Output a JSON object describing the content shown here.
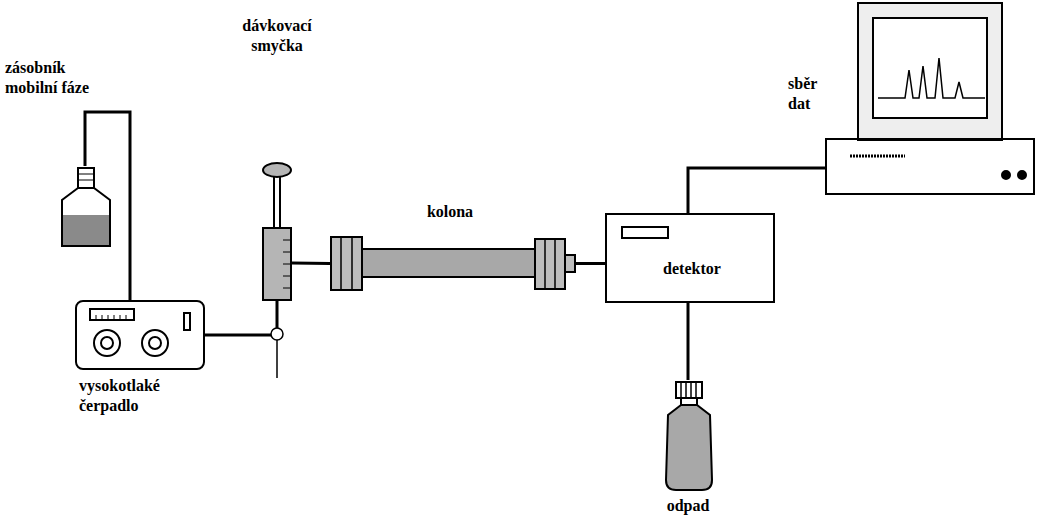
{
  "diagram": {
    "nodes": [
      {
        "text": [
          "zásobník mobilní fáze"
        ]
      },
      {
        "text": [
          "vysokotlaké čerpadlo"
        ]
      },
      {
        "text": [
          "dávkovací smyčka"
        ]
      },
      {
        "text": [
          "kolona"
        ]
      },
      {
        "text": [
          "detektor"
        ]
      },
      {
        "text": [
          "sběr dat"
        ]
      },
      {
        "text": [
          "odpad"
        ]
      }
    ],
    "edges": [
      {
        "from": 0,
        "to": 1,
        "arrow": "none"
      },
      {
        "from": 1,
        "to": 2,
        "arrow": "none"
      },
      {
        "from": 2,
        "to": 3,
        "arrow": "none"
      },
      {
        "from": 3,
        "to": 4,
        "arrow": "none"
      },
      {
        "from": 4,
        "to": 5,
        "arrow": "none"
      },
      {
        "from": 4,
        "to": 6,
        "arrow": "none"
      }
    ]
  }
}
